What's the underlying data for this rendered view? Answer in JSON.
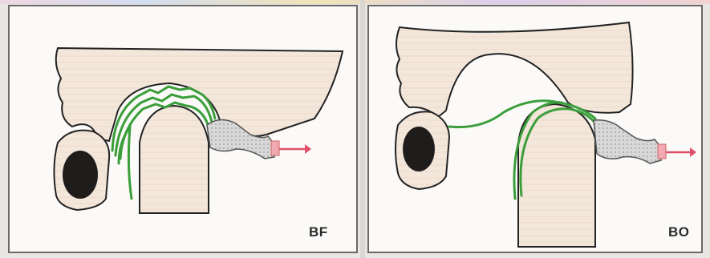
{
  "panels": [
    {
      "id": "left",
      "label": "BF"
    },
    {
      "id": "right",
      "label": "BO"
    }
  ],
  "colors": {
    "bone_fill": "#f3e7dc",
    "outline": "#222222",
    "eye_fill": "#1f1d1c",
    "tissue_green": "#3a9e3a",
    "gray_structure": "#cfcfcf",
    "arrow": "#e0506a",
    "panel_bg": "#fbfaf8"
  }
}
